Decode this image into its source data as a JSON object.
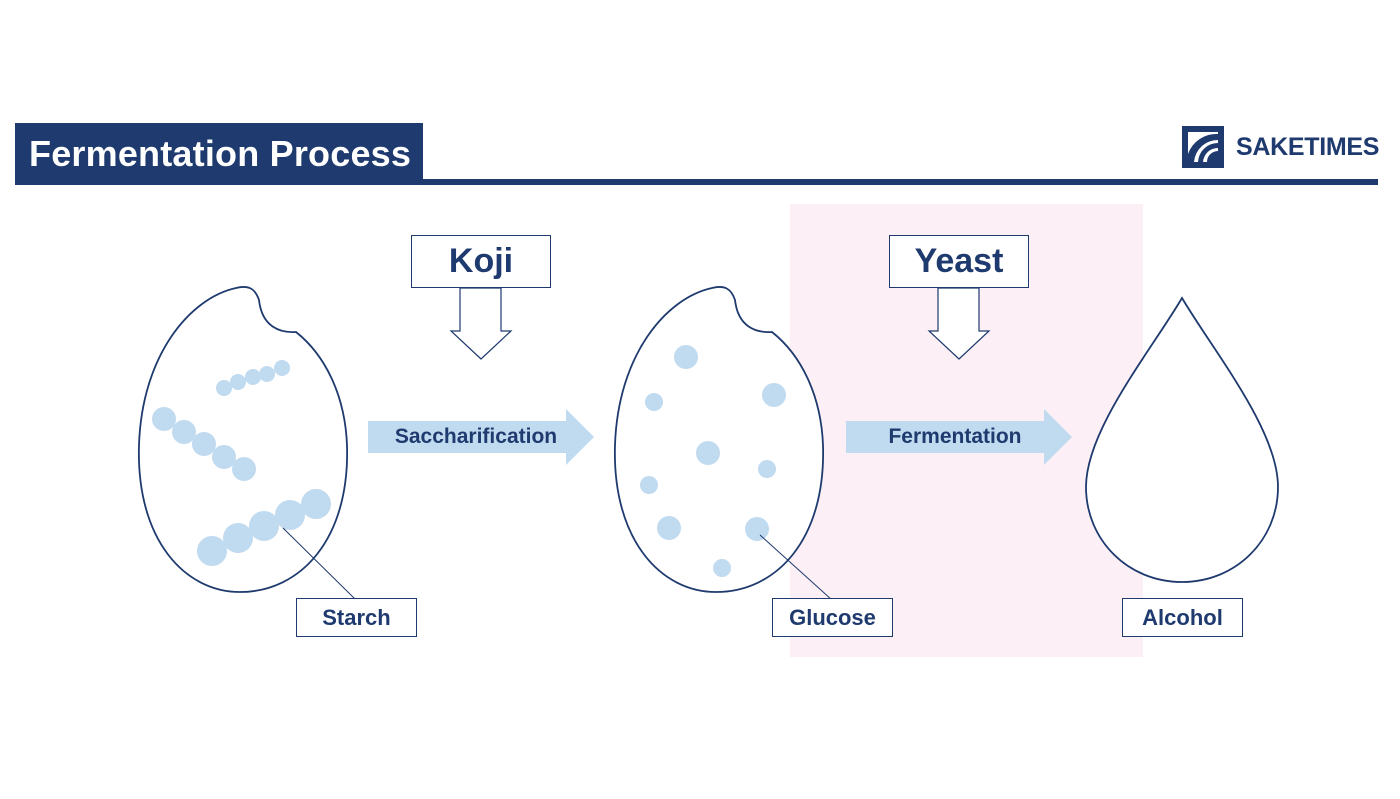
{
  "header": {
    "title": "Fermentation Process",
    "brand": "SAKETIMES",
    "brand_icon": "saketimes-logo-icon"
  },
  "agents": {
    "koji": "Koji",
    "yeast": "Yeast"
  },
  "processes": {
    "saccharification": "Saccharification",
    "fermentation": "Fermentation"
  },
  "substances": {
    "starch": "Starch",
    "glucose": "Glucose",
    "alcohol": "Alcohol"
  },
  "colors": {
    "navy": "#1e3a6e",
    "light_blue": "#c0daf0",
    "pink_highlight": "#fcf0f6"
  }
}
